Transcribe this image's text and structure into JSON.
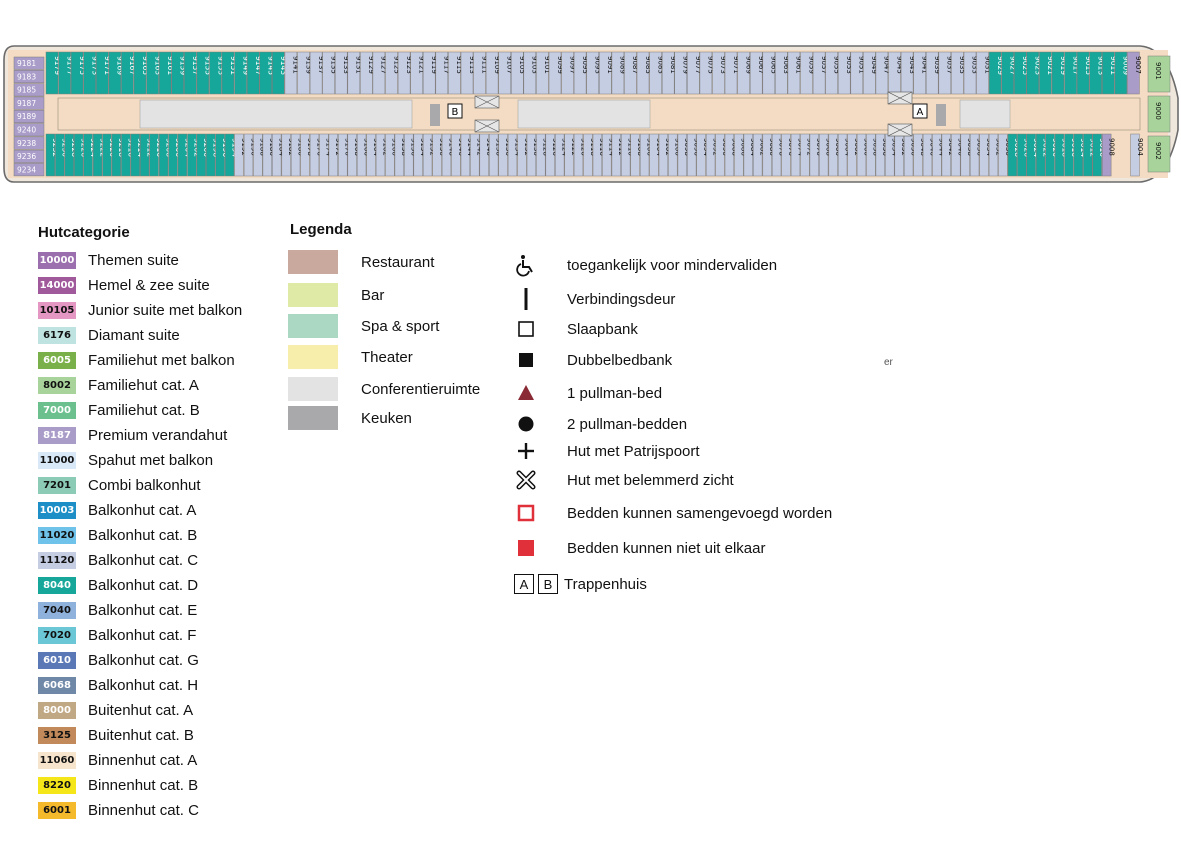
{
  "deck_plan": {
    "top_row": [
      "9181",
      "9179",
      "9177",
      "9175",
      "9173",
      "9171",
      "9169",
      "9167",
      "9165",
      "9163",
      "9161",
      "9159",
      "9157",
      "9155",
      "9153",
      "9151",
      "9149",
      "9147",
      "9145",
      "9143",
      "9141",
      "9139",
      "9137",
      "9135",
      "9133",
      "9131",
      "9129",
      "9127",
      "9125",
      "9123",
      "9121",
      "9119",
      "9117",
      "9115",
      "9113",
      "9111",
      "9109",
      "9107",
      "9105",
      "9103",
      "9101",
      "9099",
      "9097",
      "9095",
      "9093",
      "9091",
      "9089",
      "9087",
      "9085",
      "9083",
      "9081",
      "9079",
      "9077",
      "9075",
      "9073",
      "9071",
      "9069",
      "9067",
      "9065",
      "9063",
      "9061",
      "9059",
      "9057",
      "9055",
      "9053",
      "9051",
      "9049",
      "9047",
      "9045",
      "9043",
      "9041",
      "9039",
      "9037",
      "9035",
      "9033",
      "9031",
      "9029",
      "9027",
      "9025",
      "9023",
      "9021",
      "9019",
      "9017",
      "9015",
      "9013",
      "9011",
      "9009",
      "9007"
    ],
    "bottom_row": [
      "9232",
      "9230",
      "9228",
      "9226",
      "9224",
      "9222",
      "9220",
      "9218",
      "9216",
      "9214",
      "9212",
      "9210",
      "9208",
      "9206",
      "9204",
      "9202",
      "9200",
      "9198",
      "9196",
      "9194",
      "9192",
      "9190",
      "9188",
      "9186",
      "9184",
      "9182",
      "9180",
      "9178",
      "9176",
      "9174",
      "9172",
      "9170",
      "9168",
      "9166",
      "9164",
      "9162",
      "9160",
      "9158",
      "9156",
      "9154",
      "9152",
      "9150",
      "9148",
      "9146",
      "9144",
      "9142",
      "9140",
      "9138",
      "9136",
      "9134",
      "9132",
      "9130",
      "9128",
      "9126",
      "9124",
      "9122",
      "9120",
      "9118",
      "9116",
      "9114",
      "9112",
      "9110",
      "9108",
      "9106",
      "9104",
      "9102",
      "9100",
      "9098",
      "9096",
      "9094",
      "9092",
      "9090",
      "9088",
      "9086",
      "9084",
      "9082",
      "9080",
      "9078",
      "9076",
      "9074",
      "9072",
      "9070",
      "9068",
      "9066",
      "9064",
      "9062",
      "9060",
      "9058",
      "9056",
      "9054",
      "9052",
      "9050",
      "9048",
      "9046",
      "9044",
      "9042",
      "9040",
      "9038",
      "9036",
      "9034",
      "9032",
      "9030",
      "9028",
      "9026",
      "9024",
      "9022",
      "9020",
      "9018",
      "9016",
      "9014",
      "9012",
      "9010",
      "9008",
      "9006",
      "9005",
      "9004"
    ],
    "stern_column": [
      "9181",
      "9183",
      "9185",
      "9187",
      "9189",
      "9240",
      "9238",
      "9236",
      "9234"
    ],
    "bow_cabins": [
      "9001",
      "9000",
      "9002"
    ],
    "stair_labels": [
      "A",
      "B"
    ]
  },
  "categories": {
    "title": "Hutcategorie",
    "items": [
      {
        "code": "10000",
        "label": "Themen suite",
        "bg": "#9b6fae",
        "fg": "#ffffff"
      },
      {
        "code": "14000",
        "label": "Hemel & zee suite",
        "bg": "#a05a9c",
        "fg": "#ffffff"
      },
      {
        "code": "10105",
        "label": "Junior suite met balkon",
        "bg": "#e597c3",
        "fg": "#111111"
      },
      {
        "code": "6176",
        "label": "Diamant suite",
        "bg": "#bfe3e0",
        "fg": "#111111"
      },
      {
        "code": "6005",
        "label": "Familiehut met balkon",
        "bg": "#7ab04a",
        "fg": "#ffffff"
      },
      {
        "code": "8002",
        "label": "Familiehut cat. A",
        "bg": "#a8d49b",
        "fg": "#111111"
      },
      {
        "code": "7000",
        "label": "Familiehut cat. B",
        "bg": "#6cc08d",
        "fg": "#ffffff"
      },
      {
        "code": "8187",
        "label": "Premium verandahut",
        "bg": "#a99cc9",
        "fg": "#ffffff"
      },
      {
        "code": "11000",
        "label": "Spahut met balkon",
        "bg": "#d9e8f7",
        "fg": "#111111"
      },
      {
        "code": "7201",
        "label": "Combi balkonhut",
        "bg": "#8ccbb5",
        "fg": "#111111"
      },
      {
        "code": "10003",
        "label": "Balkonhut cat. A",
        "bg": "#1e8fc6",
        "fg": "#ffffff"
      },
      {
        "code": "11020",
        "label": "Balkonhut cat. B",
        "bg": "#6fc2ea",
        "fg": "#111111"
      },
      {
        "code": "11120",
        "label": "Balkonhut cat. C",
        "bg": "#c5cde3",
        "fg": "#111111"
      },
      {
        "code": "8040",
        "label": "Balkonhut cat. D",
        "bg": "#16a79a",
        "fg": "#ffffff"
      },
      {
        "code": "7040",
        "label": "Balkonhut cat. E",
        "bg": "#8fb2dc",
        "fg": "#111111"
      },
      {
        "code": "7020",
        "label": "Balkonhut cat. F",
        "bg": "#6bc7d6",
        "fg": "#111111"
      },
      {
        "code": "6010",
        "label": "Balkonhut cat. G",
        "bg": "#5b78b6",
        "fg": "#ffffff"
      },
      {
        "code": "6068",
        "label": "Balkonhut cat. H",
        "bg": "#6f88a8",
        "fg": "#ffffff"
      },
      {
        "code": "8000",
        "label": "Buitenhut cat. A",
        "bg": "#c0a884",
        "fg": "#ffffff"
      },
      {
        "code": "3125",
        "label": "Buitenhut cat. B",
        "bg": "#c2895a",
        "fg": "#111111"
      },
      {
        "code": "11060",
        "label": "Binnenhut cat. A",
        "bg": "#f6e4cd",
        "fg": "#111111"
      },
      {
        "code": "8220",
        "label": "Binnenhut cat. B",
        "bg": "#f5e61a",
        "fg": "#111111"
      },
      {
        "code": "6001",
        "label": "Binnenhut cat. C",
        "bg": "#f5b92c",
        "fg": "#111111"
      }
    ]
  },
  "legend": {
    "title": "Legenda",
    "areas": [
      {
        "label": "Restaurant",
        "color": "#c9a89d"
      },
      {
        "label": "Bar",
        "color": "#dfeaa7"
      },
      {
        "label": "Spa & sport",
        "color": "#abd8c2"
      },
      {
        "label": "Theater",
        "color": "#f6eeaa"
      },
      {
        "label": "Conferentieruimte",
        "color": "#e3e3e3"
      },
      {
        "label": "Keuken",
        "color": "#a9a9ac"
      }
    ],
    "symbols": [
      {
        "icon": "wheelchair",
        "label": "toegankelijk voor mindervaliden"
      },
      {
        "icon": "connecting-door",
        "label": "Verbindingsdeur"
      },
      {
        "icon": "sofa-bed",
        "label": "Slaapbank"
      },
      {
        "icon": "double-sofa-bed",
        "label": "Dubbelbedbank"
      },
      {
        "icon": "one-pullman",
        "label": "1 pullman-bed"
      },
      {
        "icon": "two-pullman",
        "label": "2 pullman-bedden"
      },
      {
        "icon": "porthole",
        "label": "Hut met Patrijspoort"
      },
      {
        "icon": "obstructed-view",
        "label": "Hut met belemmerd zicht"
      },
      {
        "icon": "beds-joinable",
        "label": "Bedden kunnen samengevoegd worden"
      },
      {
        "icon": "beds-fixed",
        "label": "Bedden kunnen niet uit elkaar"
      }
    ],
    "stairs": {
      "a": "A",
      "b": "B",
      "label": "Trappenhuis"
    }
  },
  "stray_text": "er"
}
